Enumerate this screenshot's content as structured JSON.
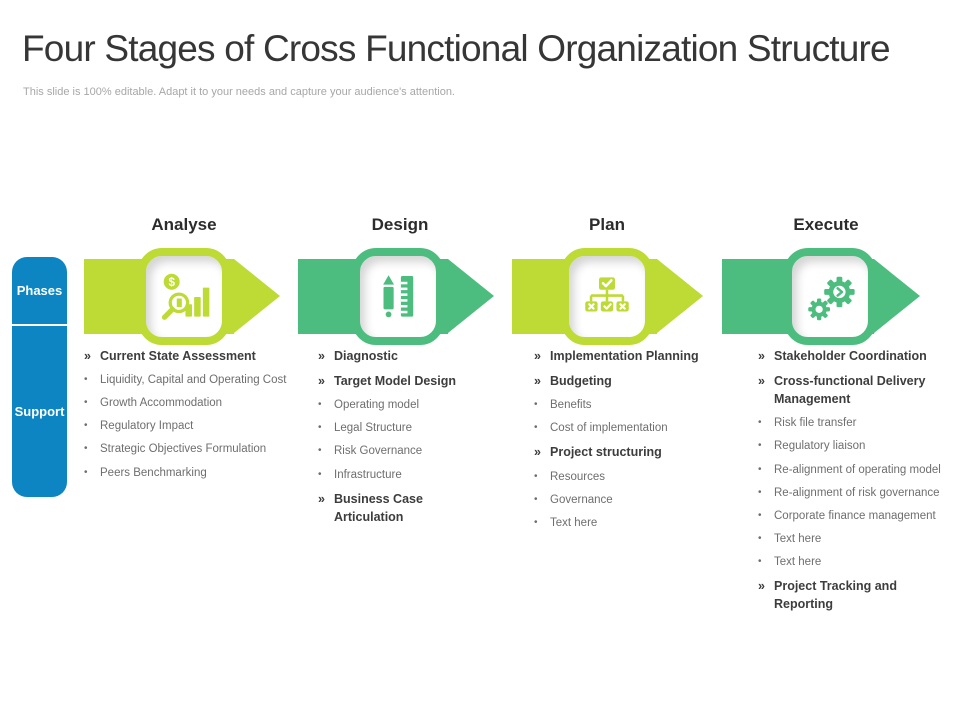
{
  "slide": {
    "title": "Four Stages of Cross Functional Organization Structure",
    "subtitle": "This slide is 100% editable. Adapt it to your needs and capture your audience's attention."
  },
  "side_labels": {
    "phases": "Phases",
    "support": "Support"
  },
  "markers": {
    "header": "»",
    "bullet": "•"
  },
  "colors": {
    "lime": "#bdda35",
    "green": "#4cbd7f",
    "blue": "#0d85c3"
  },
  "stages": [
    {
      "label": "Analyse",
      "color": "#bdda35",
      "icon": "finance-analysis-icon",
      "items": [
        {
          "type": "header",
          "text": "Current State Assessment"
        },
        {
          "type": "bullet",
          "text": "Liquidity, Capital and Operating Cost"
        },
        {
          "type": "bullet",
          "text": "Growth Accommodation"
        },
        {
          "type": "bullet",
          "text": "Regulatory Impact"
        },
        {
          "type": "bullet",
          "text": "Strategic Objectives Formulation"
        },
        {
          "type": "bullet",
          "text": "Peers Benchmarking"
        }
      ]
    },
    {
      "label": "Design",
      "color": "#4cbd7f",
      "icon": "pencil-ruler-icon",
      "items": [
        {
          "type": "header",
          "text": "Diagnostic"
        },
        {
          "type": "header",
          "text": "Target Model Design"
        },
        {
          "type": "bullet",
          "text": "Operating model"
        },
        {
          "type": "bullet",
          "text": "Legal Structure"
        },
        {
          "type": "bullet",
          "text": "Risk Governance"
        },
        {
          "type": "bullet",
          "text": "Infrastructure"
        },
        {
          "type": "header",
          "text": "Business Case Articulation"
        }
      ]
    },
    {
      "label": "Plan",
      "color": "#bdda35",
      "icon": "task-hierarchy-icon",
      "items": [
        {
          "type": "header",
          "text": "Implementation Planning"
        },
        {
          "type": "header",
          "text": "Budgeting"
        },
        {
          "type": "bullet",
          "text": "Benefits"
        },
        {
          "type": "bullet",
          "text": "Cost of implementation"
        },
        {
          "type": "header",
          "text": "Project structuring"
        },
        {
          "type": "bullet",
          "text": "Resources"
        },
        {
          "type": "bullet",
          "text": "Governance"
        },
        {
          "type": "bullet",
          "text": "Text here"
        }
      ]
    },
    {
      "label": "Execute",
      "color": "#4cbd7f",
      "icon": "gears-icon",
      "items": [
        {
          "type": "header",
          "text": "Stakeholder Coordination"
        },
        {
          "type": "header",
          "text": "Cross-functional Delivery Management"
        },
        {
          "type": "bullet",
          "text": "Risk file transfer"
        },
        {
          "type": "bullet",
          "text": "Regulatory liaison"
        },
        {
          "type": "bullet",
          "text": "Re-alignment of operating model"
        },
        {
          "type": "bullet",
          "text": "Re-alignment of risk governance"
        },
        {
          "type": "bullet",
          "text": "Corporate finance management"
        },
        {
          "type": "bullet",
          "text": "Text here"
        },
        {
          "type": "bullet",
          "text": "Text here"
        },
        {
          "type": "header",
          "text": "Project Tracking and Reporting"
        }
      ]
    }
  ]
}
